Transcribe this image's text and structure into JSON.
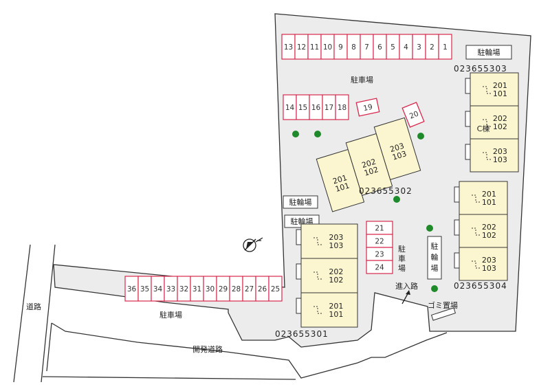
{
  "labels": {
    "parking_main": "駐車場",
    "parking_bottom": "駐車場",
    "parking_mid": [
      "駐",
      "車",
      "場"
    ],
    "bike_top": "駐輪場",
    "bike_mid1": "駐輪場",
    "bike_mid2": "駐輪場",
    "bike_vertical": [
      "駐",
      "輪",
      "場"
    ],
    "road": "道路",
    "dev_road": "開発道路",
    "entrance": "進入路",
    "garbage": "ゴミ置場",
    "c_building": "C棟"
  },
  "codes": {
    "c": "023655303",
    "b": "023655302",
    "a": "023655301",
    "d": "023655304"
  },
  "parking_top_row": [
    "13",
    "12",
    "11",
    "10",
    "9",
    "8",
    "7",
    "6",
    "5",
    "4",
    "3",
    "2",
    "1"
  ],
  "parking_second_row": [
    "14",
    "15",
    "16",
    "17",
    "18"
  ],
  "parking_19": "19",
  "parking_20": "20",
  "parking_mid_col": [
    "21",
    "22",
    "23",
    "24"
  ],
  "parking_bottom_row": [
    "36",
    "35",
    "34",
    "33",
    "32",
    "31",
    "30",
    "29",
    "28",
    "27",
    "26",
    "25"
  ],
  "buildings": {
    "c": [
      [
        "201",
        "101"
      ],
      [
        "202",
        "102"
      ],
      [
        "203",
        "103"
      ]
    ],
    "b": [
      [
        "201",
        "101"
      ],
      [
        "202",
        "102"
      ],
      [
        "203",
        "103"
      ]
    ],
    "a": [
      [
        "203",
        "103"
      ],
      [
        "202",
        "102"
      ],
      [
        "201",
        "101"
      ]
    ],
    "d": [
      [
        "201",
        "101"
      ],
      [
        "202",
        "102"
      ],
      [
        "203",
        "103"
      ]
    ]
  },
  "colors": {
    "lot": "#ededed",
    "building": "#fbf6cf",
    "parking": "#d9284c",
    "tree": "#1f8a2a"
  }
}
